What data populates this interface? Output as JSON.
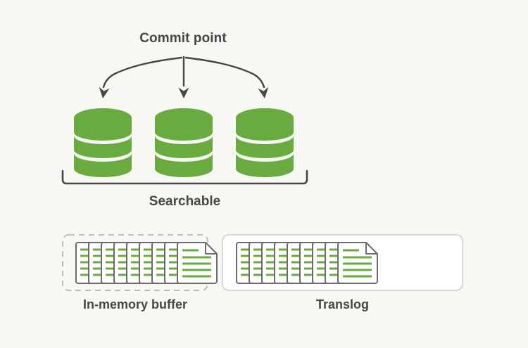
{
  "diagram": {
    "title": "Commit point",
    "background_color": "#f7f8f3",
    "labels": {
      "commit_point": "Commit point",
      "searchable": "Searchable",
      "in_memory_buffer": "In-memory buffer",
      "translog": "Translog"
    },
    "colors": {
      "background": "#f7f8f3",
      "green": "#6aab3f",
      "stroke_dark": "#454545",
      "text": "#464646",
      "box_border_dashed": "#bcbcb8",
      "box_border_solid": "#d7d7d3",
      "box_fill_white": "#ffffff",
      "doc_outline": "#6b6b6b"
    },
    "shards": {
      "count": 3,
      "icon": "database-cylinder-icon",
      "segments_per_cylinder": 3,
      "fill": "#6aab3f"
    },
    "arrows": {
      "count": 3,
      "from": "Commit point",
      "to": "shards",
      "directions": [
        "left-curve",
        "straight-down",
        "right-curve"
      ]
    },
    "bracket": {
      "orientation": "down",
      "spans": "all-three-shards",
      "label": "Searchable"
    },
    "buffer_box": {
      "border_style": "dashed",
      "fill": "none",
      "document_stack_count": 9
    },
    "translog_box": {
      "border_style": "solid",
      "fill": "#ffffff",
      "document_stack_count": 9
    }
  }
}
